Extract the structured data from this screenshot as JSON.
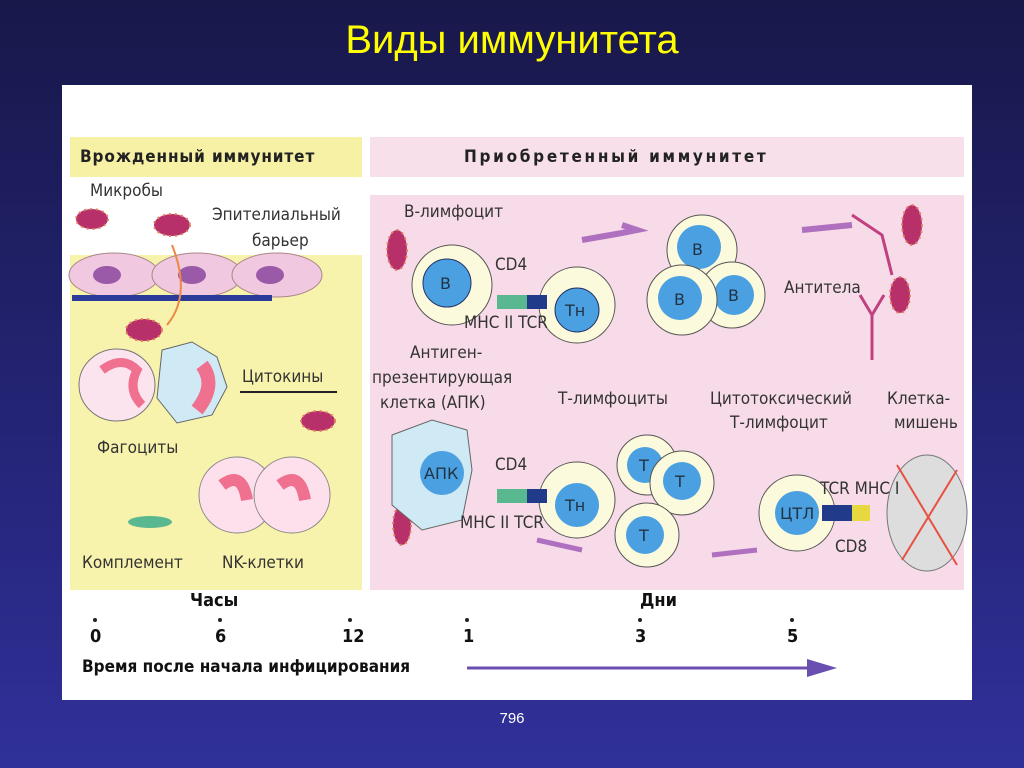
{
  "slide": {
    "title": "Виды иммунитета",
    "page_number": "796"
  },
  "innate": {
    "header": "Врожденный иммунитет",
    "microbes": "Микробы",
    "barrier_1": "Эпителиальный",
    "barrier_2": "барьер",
    "cytokines": "Цитокины",
    "phagocytes": "Фагоциты",
    "complement": "Комплемент",
    "nk": "NK-клетки"
  },
  "acquired": {
    "header": "Приобретенный иммунитет",
    "b_lymph": "В-лимфоцит",
    "cd4": "CD4",
    "mhc_tcr": "МНС II TCR",
    "apc_1": "Антиген-",
    "apc_2": "презентирующая",
    "apc_3": "клетка (АПК)",
    "antibodies": "Антитела",
    "t_lymph": "Т-лимфоциты",
    "ctl_1": "Цитотоксический",
    "ctl_2": "Т-лимфоцит",
    "target_1": "Клетка-",
    "target_2": "мишень",
    "tcr_mhc1": "TCR МНС I",
    "cd8": "CD8",
    "cells": {
      "b": "В",
      "th": "Тн",
      "t": "Т",
      "apc": "АПК",
      "ctl": "ЦТЛ"
    }
  },
  "timeline": {
    "hours": "Часы",
    "days": "Дни",
    "ticks": [
      "0",
      "6",
      "12",
      "1",
      "3",
      "5"
    ],
    "caption": "Время после начала инфицирования",
    "arrow_color": "#6a4fb0"
  }
}
